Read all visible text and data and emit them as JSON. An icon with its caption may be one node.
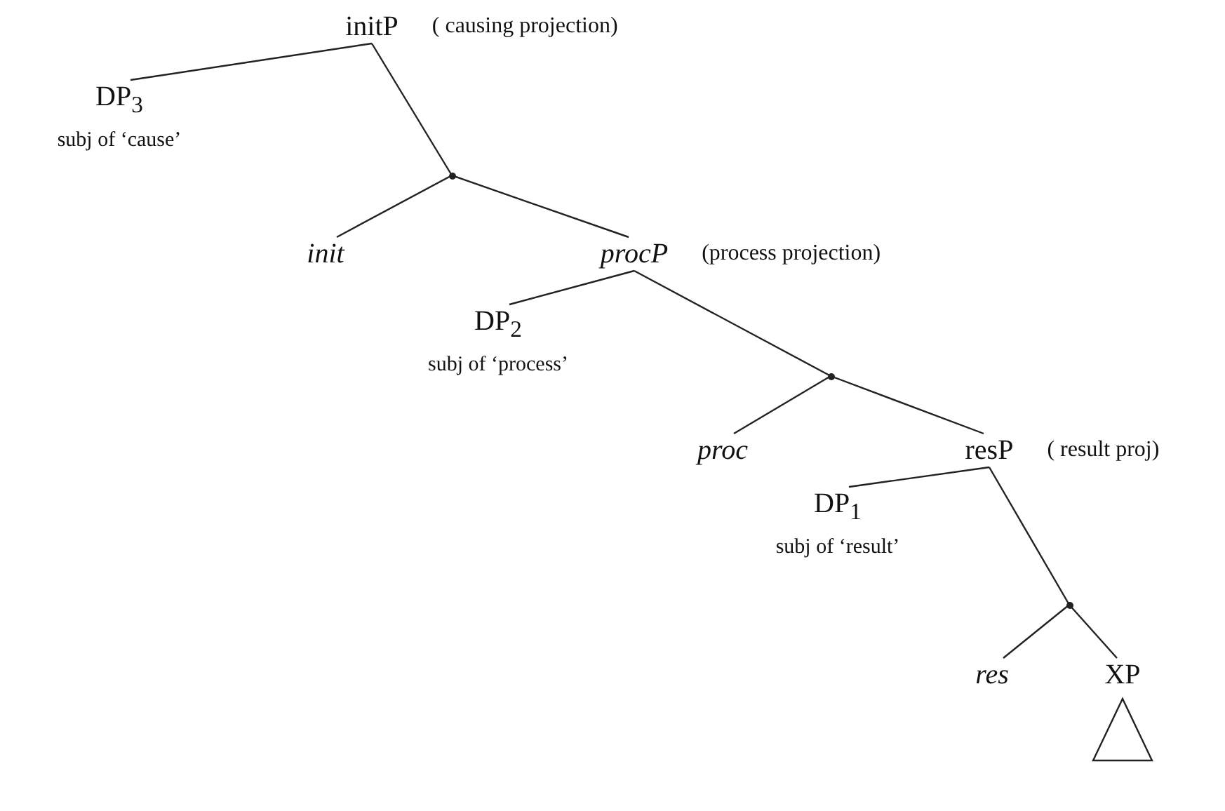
{
  "diagram": {
    "nodes": [
      {
        "text": [
          "initP"
        ],
        "beside": [
          "( causing projection)"
        ]
      },
      {
        "text": [
          "DP$_{3}$",
          "subj of ‘cause’"
        ]
      },
      {
        "text": [],
        "shape": "point"
      },
      {
        "text": [
          "init"
        ]
      },
      {
        "text": [
          "procP"
        ],
        "beside": [
          "(process projection)"
        ]
      },
      {
        "text": [
          "DP$_{2}$",
          "subj of ‘process’"
        ]
      },
      {
        "text": [],
        "shape": "point"
      },
      {
        "text": [
          "proc"
        ]
      },
      {
        "text": [
          "resP"
        ],
        "beside": [
          "( result proj)"
        ]
      },
      {
        "text": [
          "DP$_{1}$",
          "subj of ‘result’"
        ]
      },
      {
        "text": [],
        "shape": "point"
      },
      {
        "text": [
          "res"
        ]
      },
      {
        "text": [
          "XP"
        ]
      }
    ],
    "edges": [
      {
        "from": 0,
        "to": 1,
        "arrow": "none"
      },
      {
        "from": 0,
        "to": 2,
        "arrow": "none"
      },
      {
        "from": 2,
        "to": 3,
        "arrow": "none"
      },
      {
        "from": 2,
        "to": 4,
        "arrow": "none"
      },
      {
        "from": 4,
        "to": 5,
        "arrow": "none"
      },
      {
        "from": 4,
        "to": 6,
        "arrow": "none"
      },
      {
        "from": 6,
        "to": 7,
        "arrow": "none"
      },
      {
        "from": 6,
        "to": 8,
        "arrow": "none"
      },
      {
        "from": 8,
        "to": 9,
        "arrow": "none"
      },
      {
        "from": 8,
        "to": 10,
        "arrow": "none"
      },
      {
        "from": 10,
        "to": 11,
        "arrow": "none"
      },
      {
        "from": 10,
        "to": 12,
        "arrow": "none"
      }
    ]
  }
}
